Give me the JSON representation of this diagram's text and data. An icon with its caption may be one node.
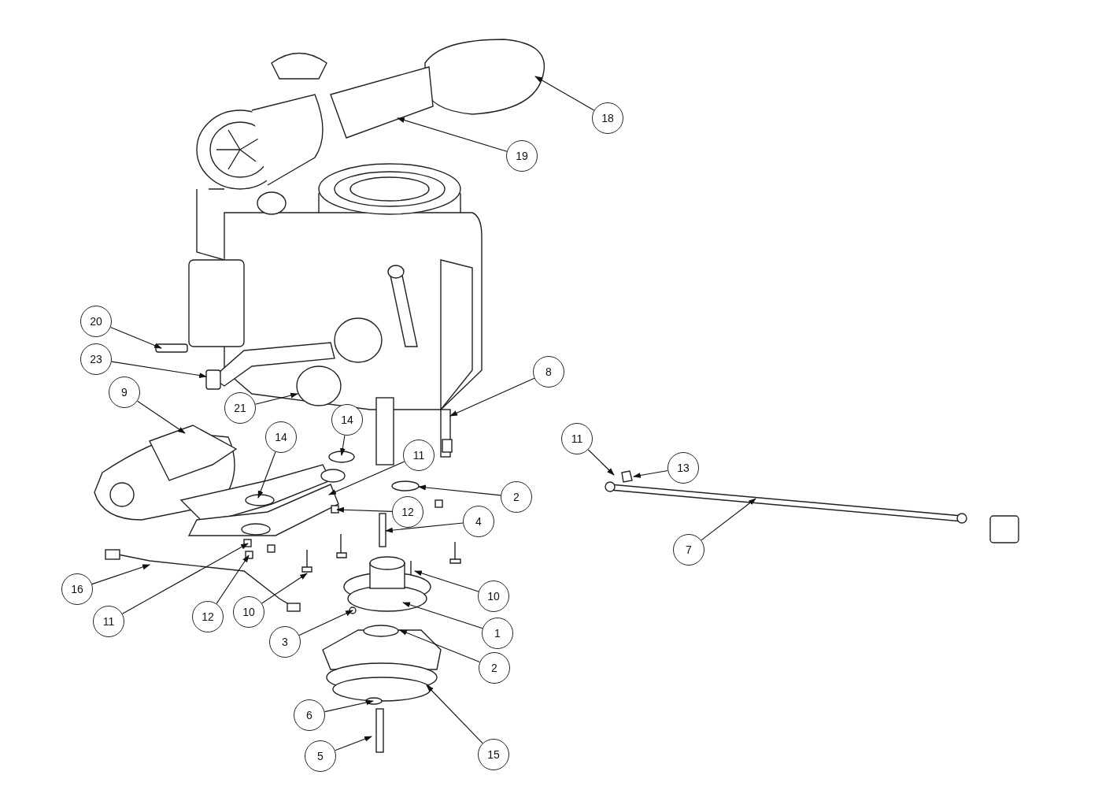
{
  "diagram": {
    "nodes": [
      {
        "text": [
          "18"
        ]
      },
      {
        "text": [
          "19"
        ]
      },
      {
        "text": [
          "20"
        ]
      },
      {
        "text": [
          "23"
        ]
      },
      {
        "text": [
          "8"
        ]
      },
      {
        "text": [
          "21"
        ]
      },
      {
        "text": [
          "9"
        ]
      },
      {
        "text": [
          "14"
        ]
      },
      {
        "text": [
          "14"
        ]
      },
      {
        "text": [
          "11"
        ]
      },
      {
        "text": [
          "11"
        ]
      },
      {
        "text": [
          "13"
        ]
      },
      {
        "text": [
          "2"
        ]
      },
      {
        "text": [
          "12"
        ]
      },
      {
        "text": [
          "4"
        ]
      },
      {
        "text": [
          "7"
        ]
      },
      {
        "text": [
          "16"
        ]
      },
      {
        "text": [
          "10"
        ]
      },
      {
        "text": [
          "1"
        ]
      },
      {
        "text": [
          "11"
        ]
      },
      {
        "text": [
          "12"
        ]
      },
      {
        "text": [
          "10"
        ]
      },
      {
        "text": [
          "3"
        ]
      },
      {
        "text": [
          "2"
        ]
      },
      {
        "text": [
          "6"
        ]
      },
      {
        "text": [
          "15"
        ]
      },
      {
        "text": [
          "5"
        ]
      },
      {
        "text": [],
        "shape": "box"
      },
      {
        "text": [],
        "shape": "circle"
      },
      {
        "text": [],
        "shape": "bar"
      }
    ],
    "edges": [
      {
        "from": 0,
        "to": null,
        "arrow": "to"
      },
      {
        "from": 1,
        "to": null,
        "arrow": "to"
      },
      {
        "from": 2,
        "to": null,
        "arrow": "to"
      },
      {
        "from": 3,
        "to": 27,
        "arrow": "to"
      },
      {
        "from": 4,
        "to": null,
        "arrow": "to"
      },
      {
        "from": 5,
        "to": null,
        "arrow": "to"
      },
      {
        "from": 6,
        "to": null,
        "arrow": "to"
      },
      {
        "from": 7,
        "to": null,
        "arrow": "to"
      },
      {
        "from": 8,
        "to": null,
        "arrow": "to"
      },
      {
        "from": 9,
        "to": null,
        "arrow": "to"
      },
      {
        "from": 10,
        "to": null,
        "arrow": "to"
      },
      {
        "from": 11,
        "to": null,
        "arrow": "to"
      },
      {
        "from": 12,
        "to": 28,
        "arrow": "to"
      },
      {
        "from": 13,
        "to": null,
        "arrow": "to"
      },
      {
        "from": 14,
        "to": 29,
        "arrow": "to"
      },
      {
        "from": 15,
        "to": null,
        "arrow": "to"
      },
      {
        "from": 16,
        "to": null,
        "arrow": "to"
      },
      {
        "from": 17,
        "to": null,
        "arrow": "to"
      },
      {
        "from": 18,
        "to": null,
        "arrow": "to"
      },
      {
        "from": 19,
        "to": null,
        "arrow": "to"
      },
      {
        "from": 20,
        "to": null,
        "arrow": "to"
      },
      {
        "from": 21,
        "to": null,
        "arrow": "to"
      },
      {
        "from": 22,
        "to": null,
        "arrow": "to"
      },
      {
        "from": 23,
        "to": null,
        "arrow": "to"
      },
      {
        "from": 24,
        "to": null,
        "arrow": "to"
      },
      {
        "from": 25,
        "to": null,
        "arrow": "to"
      },
      {
        "from": 26,
        "to": null,
        "arrow": "to"
      }
    ]
  }
}
